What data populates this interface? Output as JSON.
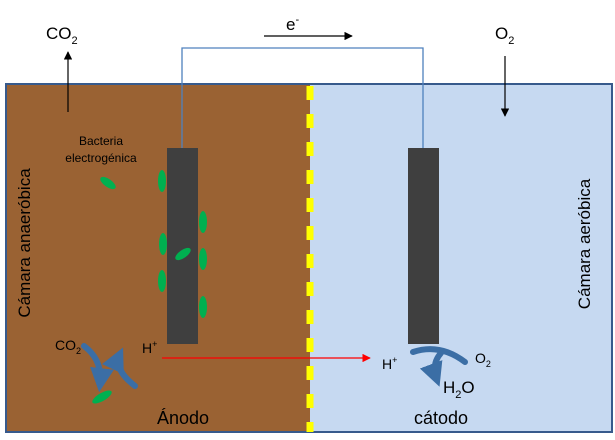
{
  "labels": {
    "co2_top": {
      "main": "CO",
      "sub": "2"
    },
    "o2_top": {
      "main": "O",
      "sub": "2"
    },
    "electron": {
      "main": "e",
      "sup": "-"
    },
    "bacteria_line1": "Bacteria",
    "bacteria_line2": "electrogénica",
    "anode_chamber": "Cámara anaeróbica",
    "cathode_chamber": "Cámara aeróbica",
    "co2_inner": {
      "main": "CO",
      "sub": "2"
    },
    "h_plus_left": {
      "main": "H",
      "sup": "+"
    },
    "h_plus_right": {
      "main": "H",
      "sup": "+"
    },
    "o2_inner": {
      "main": "O",
      "sub": "2"
    },
    "h2o": {
      "main": "H",
      "sub": "2",
      "tail": "O"
    },
    "anode": "Ánodo",
    "cathode": "cátodo"
  },
  "colors": {
    "anode_chamber": "#9a6233",
    "cathode_chamber": "#c6d9f1",
    "frame": "#375a8c",
    "electrode": "#3f3f3f",
    "membrane": "#ffff00",
    "bacteria": "#00b050",
    "curved_arrows": "#3b6ea5",
    "proton_arrow": "#ff0000",
    "wire": "#4f81bd"
  }
}
